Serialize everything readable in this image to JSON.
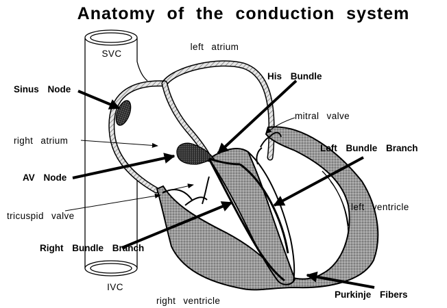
{
  "title": "Anatomy of the conduction system",
  "labels": {
    "svc": "SVC",
    "ivc": "IVC",
    "left_atrium": "left atrium",
    "right_atrium": "right atrium",
    "sinus_node": "Sinus Node",
    "av_node": "AV Node",
    "his_bundle": "His Bundle",
    "mitral_valve": "mitral valve",
    "left_bundle_branch": "Left Bundle Branch",
    "tricuspid_valve": "tricuspid valve",
    "left_ventricle": "left ventricle",
    "right_bundle_branch": "Right Bundle Branch",
    "purkinje_fibers": "Purkinje Fibers",
    "right_ventricle": "right ventricle"
  }
}
